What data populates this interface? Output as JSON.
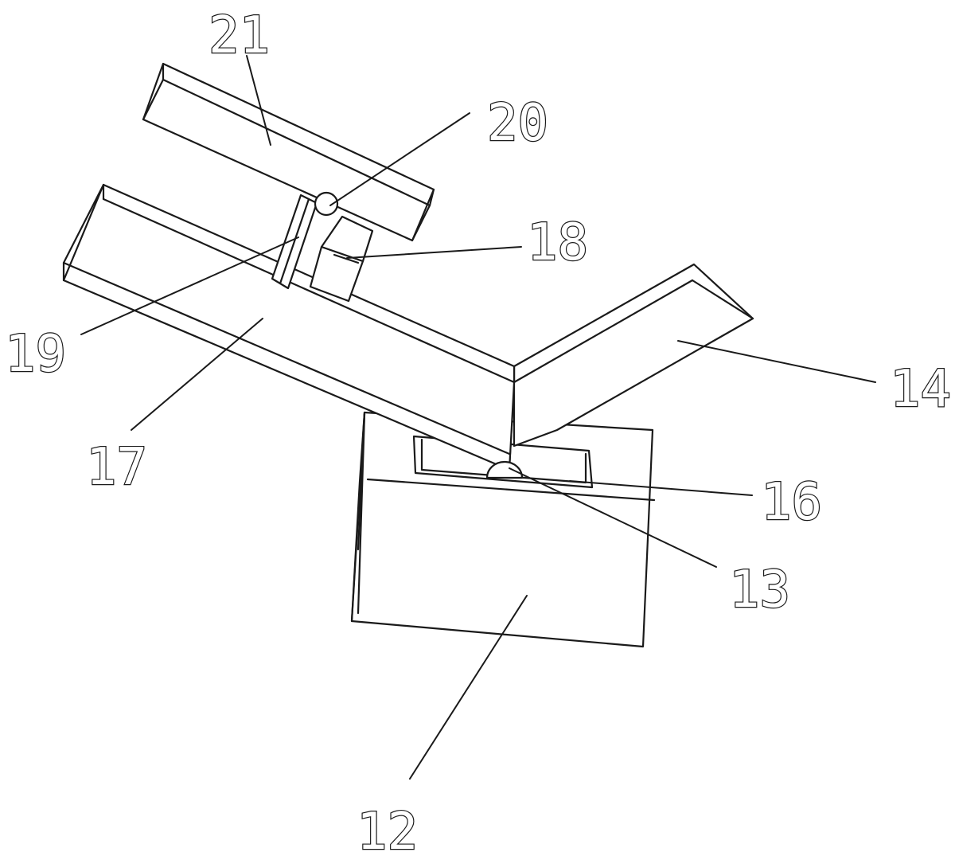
{
  "callouts": {
    "c12": "12",
    "c13": "13",
    "c14": "14",
    "c16": "16",
    "c17": "17",
    "c18": "18",
    "c19": "19",
    "c20": "20",
    "c21": "21"
  },
  "colors": {
    "line": "#1a1a1a",
    "background": "#ffffff"
  }
}
